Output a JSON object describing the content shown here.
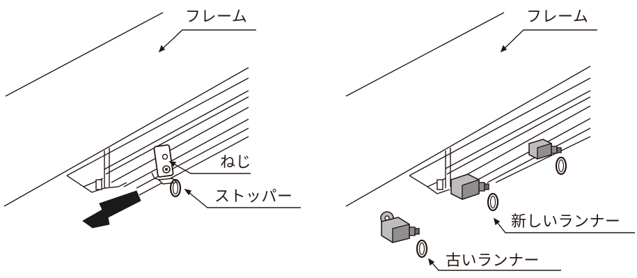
{
  "left_panel": {
    "frame_label": "フレーム",
    "screw_label": "ねじ",
    "stopper_label": "ストッパー"
  },
  "right_panel": {
    "frame_label": "フレーム",
    "new_runner_label": "新しいランナー",
    "old_runner_label": "古いランナー"
  },
  "colors": {
    "line": "#231815",
    "part_fill": "#bdbdbd",
    "part_dark": "#6b6b6b",
    "arrow_fill": "#1a1a1a"
  }
}
